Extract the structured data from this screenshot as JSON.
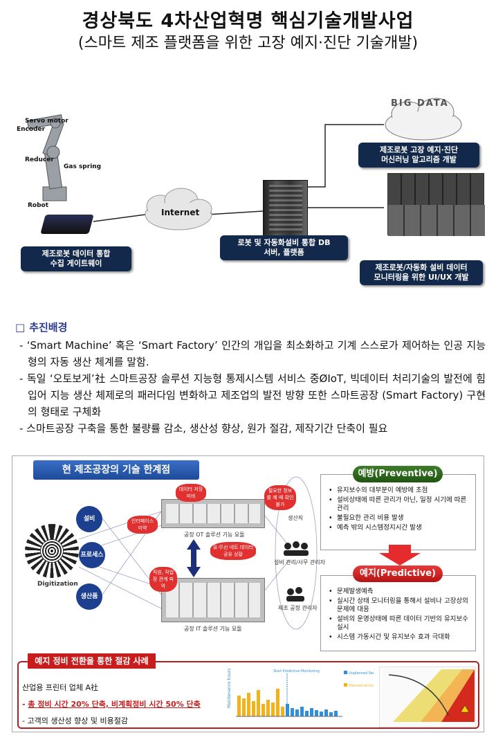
{
  "title": "경상북도 4차산업혁명 핵심기술개발사업",
  "subtitle": "(스마트 제조 플랫폼을 위한 고장 예지·진단 기술개발)",
  "diagram": {
    "robot_labels": [
      "Servo motor",
      "Encoder",
      "Reducer",
      "Gas spring",
      "Robot"
    ],
    "cloud_label": "Internet",
    "gateway_tag": "제조로봇 데이터 통합\n수집 게이트웨이",
    "server_tag": "로봇 및 자동화설비 통합 DB\n서버, 플랫폼",
    "ml_tag": "제조로봇 고장 예지·진단\n머신러닝 알고리즘 개발",
    "ui_tag": "제조로봇/자동화 설비 데이터\n모니터링을 위한 UI/UX 개발",
    "bigdata_label": "BIG DATA"
  },
  "section": {
    "heading_box": "□",
    "heading": "추진배경",
    "bullets": [
      "- ‘Smart Machine’ 혹은 ‘Smart Factory’ 인간의 개입을 최소화하고 기계 스스로가 제어하는 인공 지능형의 자동 생산 체계를 말함.",
      "- 독일 ‘오토보게’社 스마트공장 솔루션 지능형 통제시스템 서비스 중ØIoT, 빅데이터 처리기술의 발전에 힘입어 지능 생산 체제로의 패러다임 변화하고 제조업의 발전 방향 또한 스마트공장 (Smart Factory) 구현의 형태로 구체화",
      "- 스마트공장 구축을 통한 불량률 감소, 생산성 향상, 원가 절감, 제작기간 단축이 필요"
    ]
  },
  "figure": {
    "tab": "현 제조공장의 기술 한계점",
    "nodes": [
      "설비",
      "프로세스",
      "생산품"
    ],
    "digitization": "Digitization",
    "ot_label": "공장 OT 솔루션 기능 요돌",
    "it_label": "공장 IT 솔루션 기능 요돌",
    "bursts": [
      "데이터 저장 미비",
      "인터페이스 미약",
      "필요한 정보를 제 때 확인 불가",
      "유·무선 네트 데이터 공유 상황",
      "직원, 작업장 관계 파악"
    ],
    "people_labels": [
      "생산직",
      "설비 관리/사무 관리자",
      "제조 공정 관리자"
    ],
    "preventive": {
      "head": "예방(Preventive)",
      "items": [
        "유지보수의 대부분이 예방에 초점",
        "설비상태에 따른 관리가 아닌, 일정 시기에 따른 관리",
        "불필요한 관리 비용 발생",
        "예측 밖의 시스템정지시간 발생"
      ]
    },
    "predictive": {
      "head": "예지(Predictive)",
      "items": [
        "문제발생예측",
        "실시간 상태 모니터링을 통해서 설비나 고장상의 문제에 대응",
        "설비의 운영상태에 따른 데이터 기반의 유지보수 실시",
        "시스템 가동시간 및 유지보수 효과 극대화"
      ]
    },
    "case": {
      "tab": "예지 정비 전환을 통한 절감 사례",
      "line1": "산업용 프린터 업체 A社",
      "line2_prefix": "- ",
      "line2": "총 정비 시간 20% 단축, 비계획정비 시간 50% 단축",
      "line3": "- 고객의 생산성 향상 및 비용절감"
    },
    "chart_data": {
      "type": "bar",
      "ylabel": "Maintenance hours",
      "annotation": "Start Predictive Monitoring",
      "series": [
        {
          "name": "Unplanned Service",
          "color": "#2f8fdc"
        },
        {
          "name": "Planned service & Maintenance",
          "color": "#f3b21a"
        }
      ]
    },
    "colors": {
      "navy": "#13294b",
      "red": "#c71d1d",
      "green": "#2b6a1b",
      "blue": "#1d3f8f"
    }
  }
}
